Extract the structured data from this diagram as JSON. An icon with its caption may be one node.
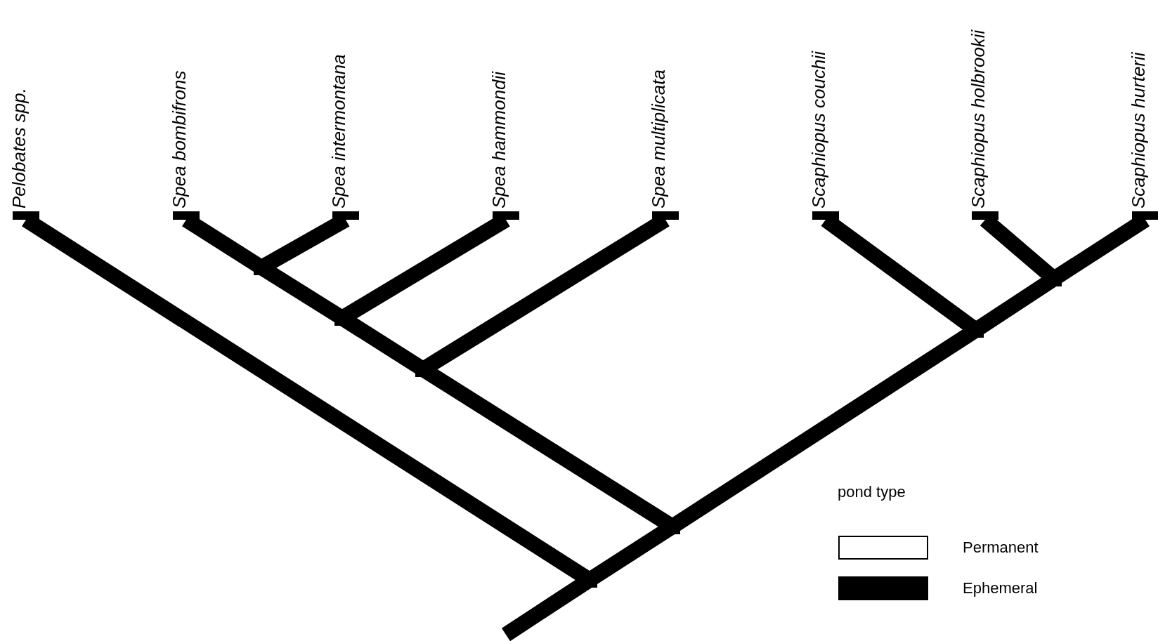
{
  "diagram": {
    "nodes": [
      {
        "text": [
          "Pelobates spp."
        ]
      },
      {
        "text": [
          "Spea bombifrons"
        ]
      },
      {
        "text": [
          "Spea intermontana"
        ]
      },
      {
        "text": [
          "Spea hammondii"
        ]
      },
      {
        "text": [
          "Spea multiplicata"
        ]
      },
      {
        "text": [
          "Scaphiopus couchii"
        ]
      },
      {
        "text": [
          "Scaphiopus holbrookii"
        ]
      },
      {
        "text": [
          "Scaphiopus hurterii"
        ]
      },
      {
        "text": [],
        "shape": "dot"
      },
      {
        "text": [],
        "shape": "dot"
      },
      {
        "text": [],
        "shape": "dot"
      },
      {
        "text": [],
        "shape": "dot"
      },
      {
        "text": [],
        "shape": "dot"
      },
      {
        "text": [],
        "shape": "dot"
      },
      {
        "text": [],
        "shape": "dot"
      }
    ],
    "edges": [
      {
        "from": 8,
        "to": 1,
        "arrow": "none"
      },
      {
        "from": 8,
        "to": 2,
        "arrow": "none"
      },
      {
        "from": 9,
        "to": 8,
        "arrow": "none"
      },
      {
        "from": 9,
        "to": 3,
        "arrow": "none"
      },
      {
        "from": 10,
        "to": 9,
        "arrow": "none"
      },
      {
        "from": 10,
        "to": 4,
        "arrow": "none"
      },
      {
        "from": 11,
        "to": 10,
        "arrow": "none"
      },
      {
        "from": 11,
        "to": 13,
        "arrow": "none"
      },
      {
        "from": 13,
        "to": 5,
        "arrow": "none"
      },
      {
        "from": 13,
        "to": 14,
        "arrow": "none"
      },
      {
        "from": 14,
        "to": 6,
        "arrow": "none"
      },
      {
        "from": 14,
        "to": 7,
        "arrow": "none"
      },
      {
        "from": 12,
        "to": 0,
        "arrow": "none"
      },
      {
        "from": 12,
        "to": 11,
        "arrow": "none"
      },
      {
        "from": null,
        "to": 12,
        "arrow": "none"
      }
    ],
    "labels": [
      "pond type"
    ],
    "legend": [
      {
        "text": "Permanent",
        "color": "#ffffff"
      },
      {
        "text": "Ephemeral",
        "color": "#000000"
      }
    ]
  }
}
